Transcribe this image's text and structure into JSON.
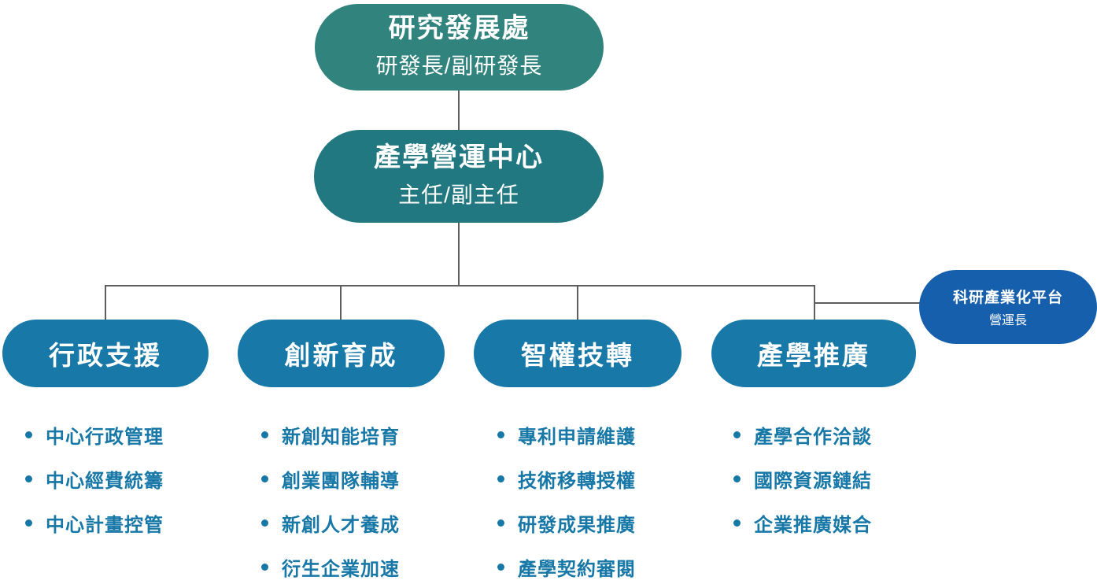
{
  "palette": {
    "node_top": "#31837E",
    "node_center": "#217880",
    "node_branch": "#1879A8",
    "node_side": "#155FAC",
    "list_text": "#1778A7",
    "connector": "#5E5E5E"
  },
  "root": {
    "title": "研究發展處",
    "subtitle": "研發長/副研發長"
  },
  "center": {
    "title": "產學營運中心",
    "subtitle": "主任/副主任"
  },
  "side": {
    "title": "科研產業化平台",
    "subtitle": "營運長"
  },
  "branches": [
    {
      "title": "行政支援",
      "items": [
        "中心行政管理",
        "中心經費統籌",
        "中心計畫控管"
      ]
    },
    {
      "title": "創新育成",
      "items": [
        "新創知能培育",
        "創業團隊輔導",
        "新創人才養成",
        "衍生企業加速"
      ]
    },
    {
      "title": "智權技轉",
      "items": [
        "專利申請維護",
        "技術移轉授權",
        "研發成果推廣",
        "產學契約審閱"
      ]
    },
    {
      "title": "產學推廣",
      "items": [
        "產學合作洽談",
        "國際資源鏈結",
        "企業推廣媒合"
      ]
    }
  ]
}
